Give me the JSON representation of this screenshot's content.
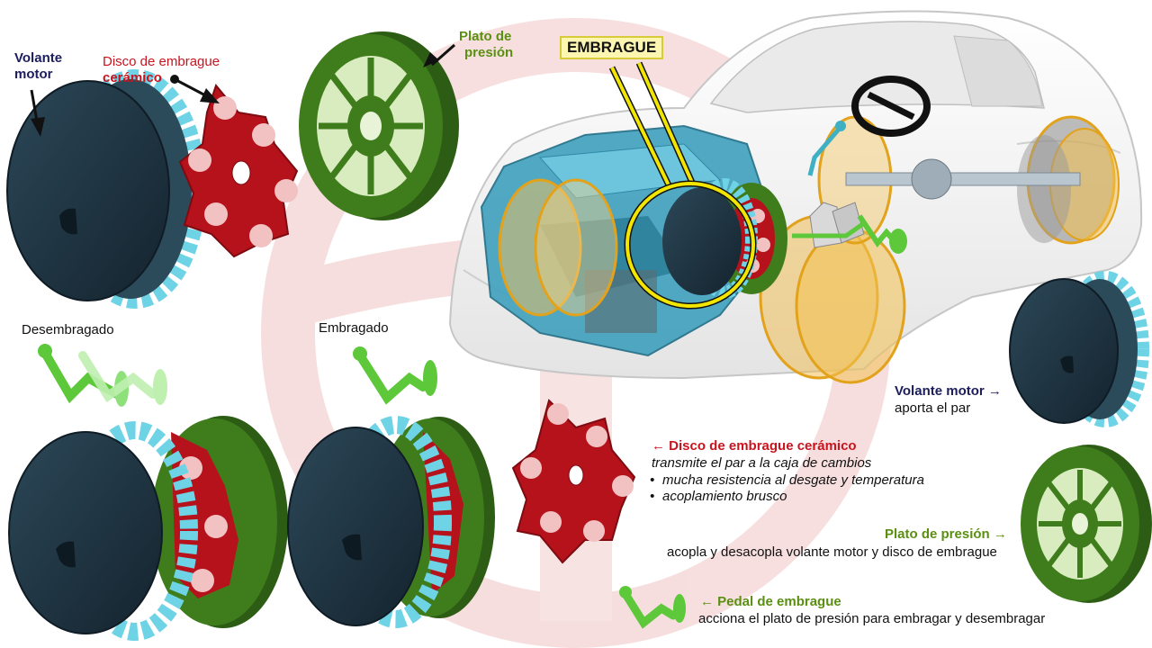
{
  "title": "EMBRAGUE",
  "labels": {
    "volante_top_1": "Volante",
    "volante_top_2": "motor",
    "disco_top_1": "Disco de embrague",
    "disco_top_2": "cerámico",
    "plato_top_1": "Plato de",
    "plato_top_2": "presión",
    "desembragado": "Desembragado",
    "embragado": "Embragado"
  },
  "legend": {
    "volante": {
      "heading": "Volante motor →",
      "desc": "aporta el par"
    },
    "disco": {
      "heading": "← Disco de embrague cerámico",
      "desc": "transmite el par a la caja de cambios",
      "bullets": [
        "mucha resistencia al desgate y temperatura",
        "acoplamiento brusco"
      ]
    },
    "plato": {
      "heading": "Plato de presión →",
      "desc": "acopla y desacopla volante motor y disco de embrague"
    },
    "pedal": {
      "heading": "← Pedal de embrague",
      "desc": "acciona el plato de presión para embragar y desembragar"
    }
  },
  "colors": {
    "navy": "#1c1d5c",
    "red": "#c8141e",
    "green": "#5a8f12",
    "flywheel": "#1e3442",
    "teeth": "#6fd3e6",
    "disc": "#b5121c",
    "plate": "#3f7d1c",
    "pedal": "#5cc83a",
    "callout": "#f2e600"
  }
}
